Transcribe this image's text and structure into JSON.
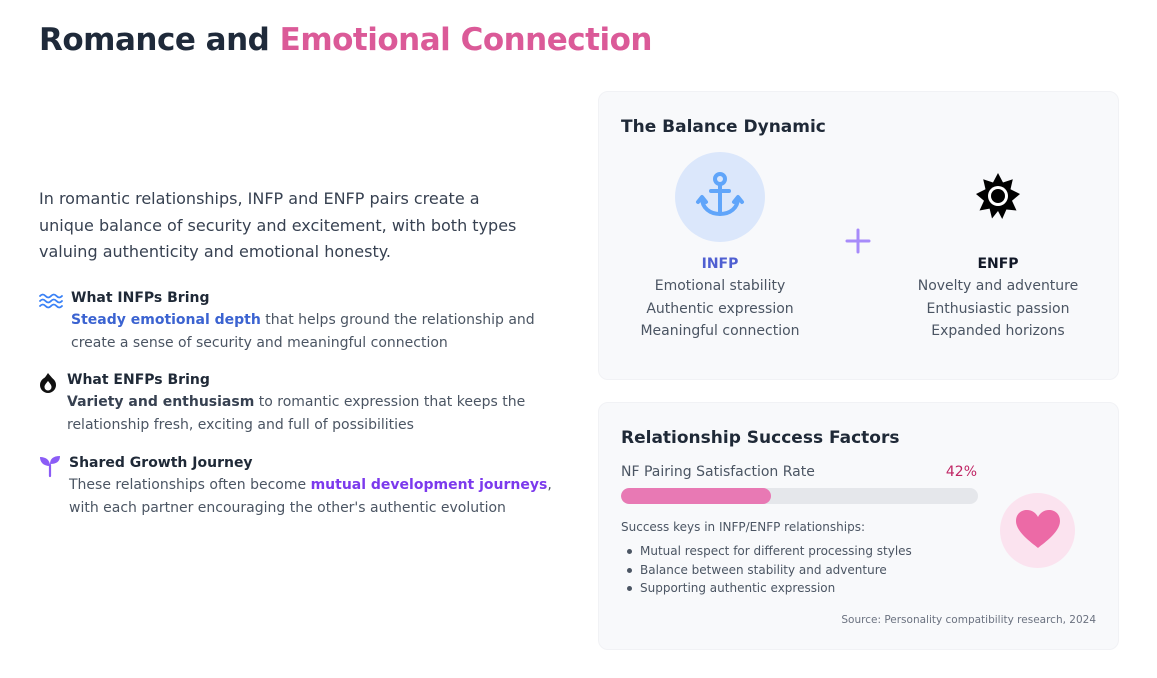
{
  "page": {
    "title_main": "Romance and",
    "title_accent": "Emotional Connection",
    "intro": "In romantic relationships, INFP and ENFP pairs create a unique balance of security and excitement, with both types valuing authenticity and emotional honesty."
  },
  "features": [
    {
      "icon": "waves-icon",
      "heading": "What INFPs Bring",
      "highlight": "Steady emotional depth",
      "rest": " that helps ground the relationship and create a sense of security and meaningful connection"
    },
    {
      "icon": "flame-icon",
      "heading": "What ENFPs Bring",
      "highlight": "Variety and enthusiasm",
      "rest": " to romantic expression that keeps the relationship fresh, exciting and full of possibilities"
    },
    {
      "icon": "sprout-icon",
      "heading": "Shared Growth Journey",
      "pre": "These relationships often become ",
      "highlight": "mutual development journeys",
      "rest": ", with each partner encouraging the other's authentic evolution"
    }
  ],
  "balance": {
    "title": "The Balance Dynamic",
    "infp": {
      "icon": "anchor-icon",
      "name": "INFP",
      "traits": [
        "Emotional stability",
        "Authentic expression",
        "Meaningful connection"
      ]
    },
    "enfp": {
      "icon": "sun-icon",
      "name": "ENFP",
      "traits": [
        "Novelty and adventure",
        "Enthusiastic passion",
        "Expanded horizons"
      ]
    }
  },
  "success": {
    "title": "Relationship Success Factors",
    "rate_label": "NF Pairing Satisfaction Rate",
    "rate_text": "42%",
    "rate_fraction": 0.42,
    "keys_title": "Success keys in INFP/ENFP relationships:",
    "keys": [
      "Mutual respect for different processing styles",
      "Balance between stability and adventure",
      "Supporting authentic expression"
    ],
    "icon": "heart-icon",
    "source": "Source: Personality compatibility research, 2024"
  },
  "colors": {
    "accent_pink": "#db5a98",
    "infp_blue": "#3b63d1",
    "enfp_purple": "#7c3aed",
    "bar_fill": "#e879b4",
    "rate_red": "#c02665"
  }
}
